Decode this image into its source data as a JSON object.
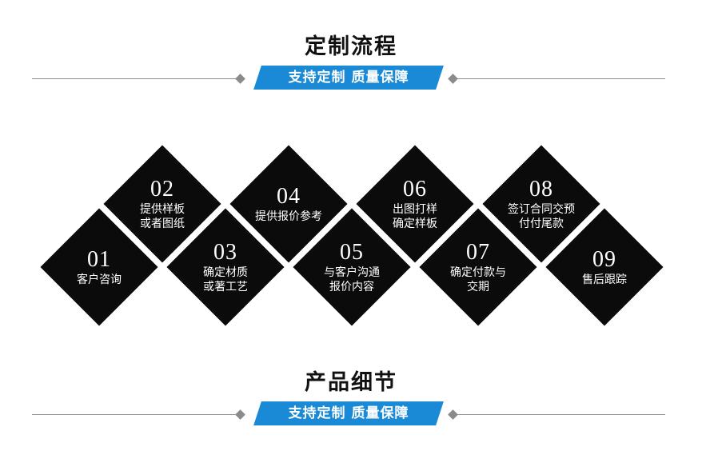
{
  "page": {
    "background": "#ffffff",
    "accent_blue": "#1a8ad6",
    "diamond_fill": "#0b0b0b",
    "rule_color": "#8b8b8b"
  },
  "sections": {
    "top": {
      "title": "定制流程",
      "banner_text": "支持定制 质量保障"
    },
    "bottom": {
      "title": "产品细节",
      "banner_text": "支持定制 质量保障"
    }
  },
  "flow": {
    "steps": [
      {
        "number": "01",
        "label": "客户咨询",
        "row": "bottom"
      },
      {
        "number": "02",
        "label": "提供样板\n或者图纸",
        "row": "top"
      },
      {
        "number": "03",
        "label": "确定材质\n或著工艺",
        "row": "bottom"
      },
      {
        "number": "04",
        "label": "提供报价参考",
        "row": "top"
      },
      {
        "number": "05",
        "label": "与客户沟通\n报价内容",
        "row": "bottom"
      },
      {
        "number": "06",
        "label": "出图打样\n确定样板",
        "row": "top"
      },
      {
        "number": "07",
        "label": "确定付款与\n交期",
        "row": "bottom"
      },
      {
        "number": "08",
        "label": "签订合同交预\n付付尾款",
        "row": "top"
      },
      {
        "number": "09",
        "label": "售后跟踪",
        "row": "bottom"
      }
    ]
  }
}
